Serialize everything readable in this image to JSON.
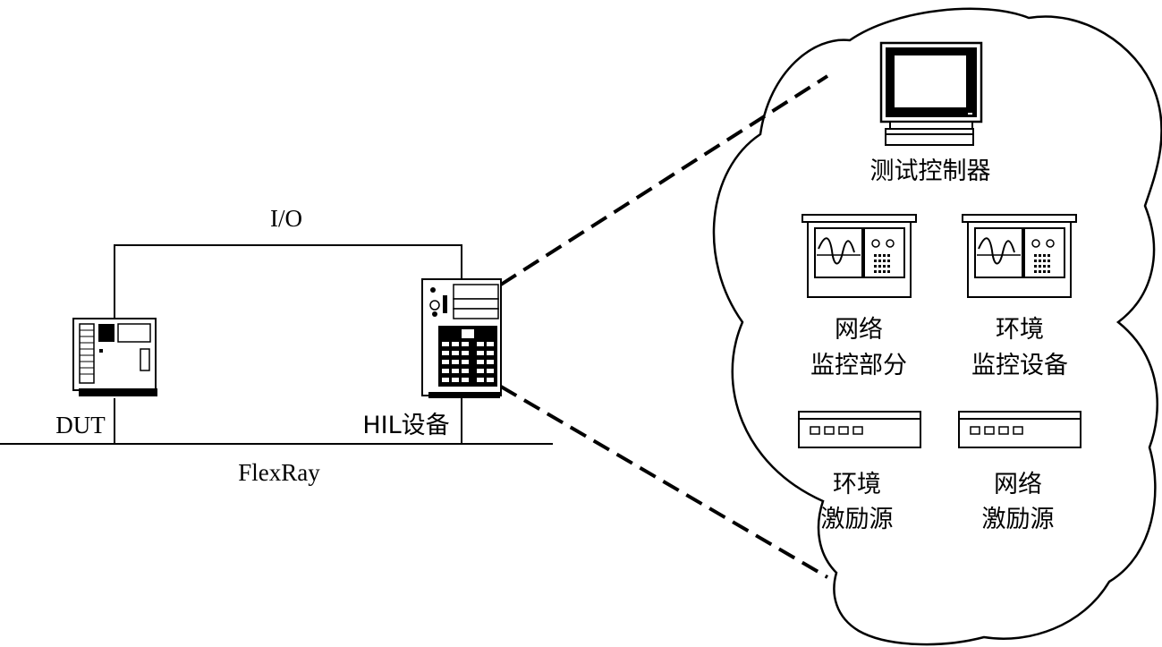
{
  "colors": {
    "ink": "#000000",
    "paper": "#ffffff",
    "screen": "#ffffff"
  },
  "labels": {
    "io": "I/O",
    "dut": "DUT",
    "hil": "HIL设备",
    "flexray": "FlexRay",
    "test_controller": "测试控制器",
    "network_monitor_line1": "网络",
    "network_monitor_line2": "监控部分",
    "env_monitor_line1": "环境",
    "env_monitor_line2": "监控设备",
    "env_stim_line1": "环境",
    "env_stim_line2": "激励源",
    "net_stim_line1": "网络",
    "net_stim_line2": "激励源"
  },
  "icons": {
    "dut": "ecu-device-icon",
    "hil": "tower-server-icon",
    "controller": "computer-monitor-icon",
    "monitors": "oscilloscope-panel-icon",
    "stimulus": "rack-unit-icon"
  }
}
